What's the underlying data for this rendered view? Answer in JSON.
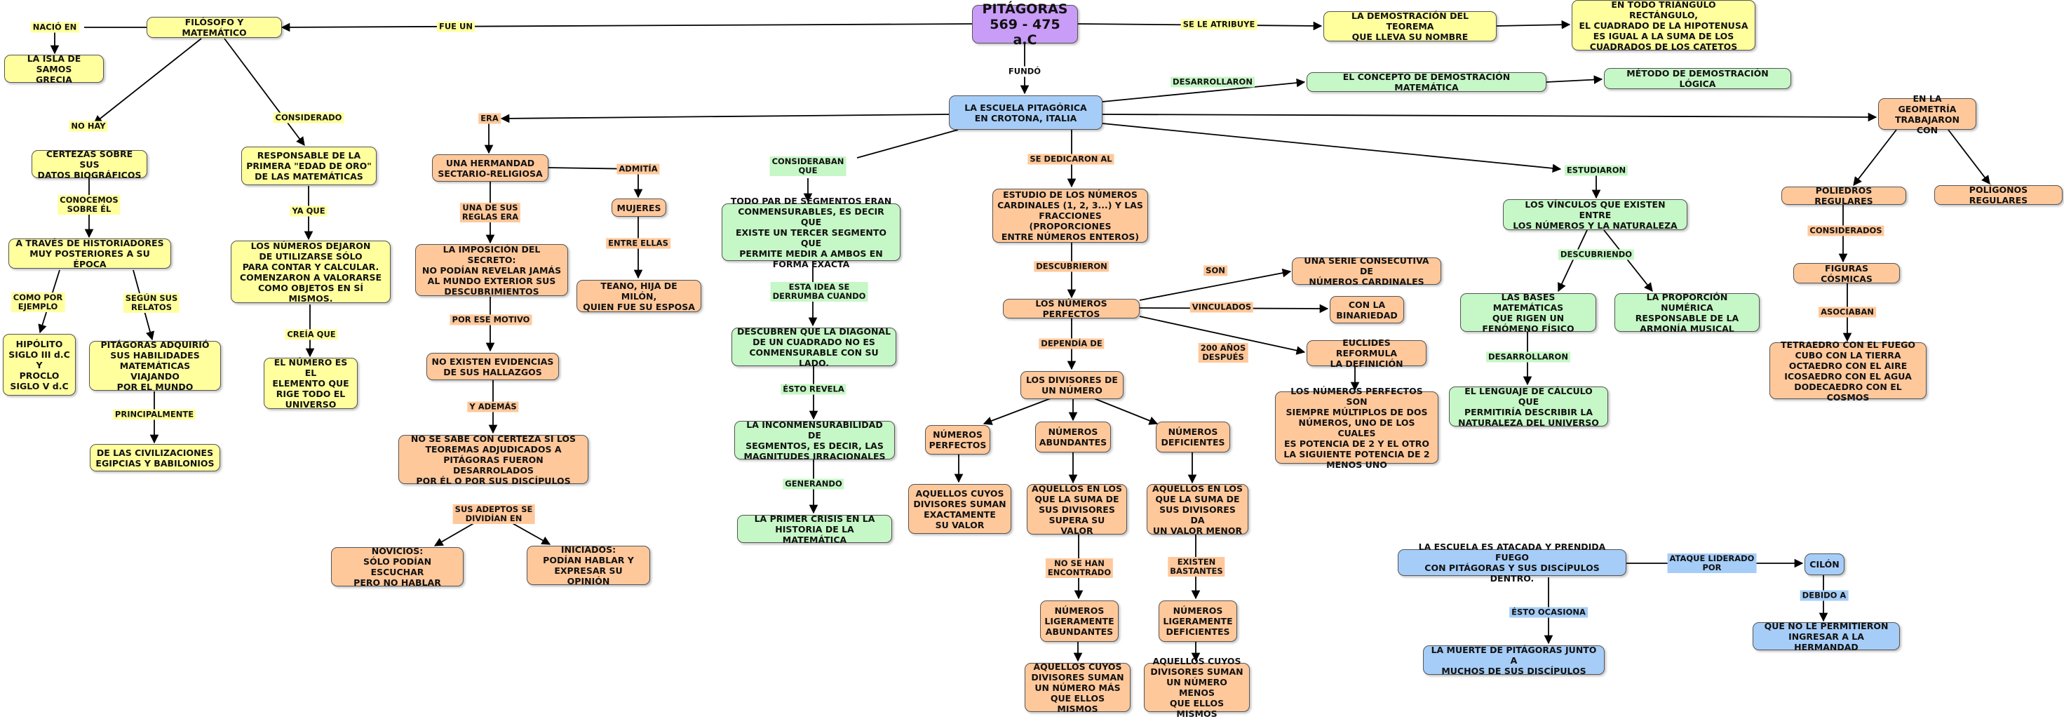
{
  "nodes": {
    "pitagoras": "PITÁGORAS\n569 - 475 a.C",
    "filosofo": "FILÓSOFO Y MATEMÁTICO",
    "isla_samos": "LA ISLA DE SAMOS\nGRECIA",
    "certezas": "CERTEZAS SOBRE SUS\nDATOS BIOGRÁFICOS",
    "historiadores": "A TRAVÉS DE HISTORIADORES\nMUY POSTERIORES A SU ÉPOCA",
    "hipolito": "HIPÓLITO\nSIGLO III d.C\nY\nPROCLO\nSIGLO V d.C",
    "adquirio": "PITÁGORAS ADQUIRIÓ\nSUS HABILIDADES\nMATEMÁTICAS VIAJANDO\nPOR EL MUNDO",
    "civilizaciones": "DE LAS CIVILIZACIONES\nEGIPCIAS Y BABILONIOS",
    "edad_oro": "RESPONSABLE DE LA\nPRIMERA \"EDAD DE ORO\"\nDE LAS MATEMÁTICAS",
    "numeros_dejaron": "LOS NÚMEROS DEJARON\nDE UTILIZARSE SÓLO\nPARA CONTAR Y CALCULAR.\nCOMENZARON A VALORARSE\nCOMO OBJETOS EN SÍ MISMOS.",
    "numero_elemento": "EL NÚMERO ES EL\nELEMENTO QUE\nRIGE TODO EL\nUNIVERSO",
    "demostracion_teorema": "LA DEMOSTRACIÓN DEL TEOREMA\nQUE LLEVA SU NOMBRE",
    "triangulo": "EN TODO TRIÁNGULO RECTÁNGULO,\nEL CUADRADO DE LA HIPOTENUSA\nES IGUAL A LA SUMA DE LOS\nCUADRADOS DE LOS CATETOS",
    "escuela": "LA ESCUELA PITAGÓRICA\nEN CROTONA, ITALIA",
    "concepto_demostracion": "EL CONCEPTO DE DEMOSTRACIÓN MATEMÁTICA",
    "metodo_logica": "MÉTODO DE DEMOSTRACIÓN LÓGICA",
    "hermandad": "UNA HERMANDAD\nSECTARIO-RELIGIOSA",
    "mujeres": "MUJERES",
    "teano": "TEANO, HIJA DE MILÓN,\nQUIEN FUE SU ESPOSA",
    "imposicion": "LA IMPOSICIÓN DEL SECRETO:\nNO PODÍAN REVELAR JAMÁS\nAL MUNDO EXTERIOR SUS\nDESCUBRIMIENTOS",
    "no_evidencias": "NO EXISTEN EVIDENCIAS\nDE SUS HALLAZGOS",
    "no_certeza": "NO SE SABE CON CERTEZA SI LOS\nTEOREMAS ADJUDICADOS A\nPITÁGORAS FUERON DESARROLADOS\nPOR ÉL O POR SUS DISCÍPULOS",
    "novicios": "NOVICIOS:\nSÓLO PODÍAN ESCUCHAR\nPERO NO HABLAR",
    "iniciados": "INICIADOS:\nPODÍAN HABLAR Y\nEXPRESAR SU OPINIÓN",
    "segmentos": "TODO PAR DE SEGMENTOS ERAN\nCONMENSURABLES, ES DECIR QUE\nEXISTE UN TERCER SEGMENTO QUE\nPERMITE MEDIR A AMBOS EN\nFORMA EXACTA",
    "diagonal": "DESCUBREN QUE LA DIAGONAL\nDE UN CUADRADO NO ES\nCONMENSURABLE CON SU LADO.",
    "inconmensurabilidad": "LA INCONMENSURABILIDAD DE\nSEGMENTOS, ES DECIR, LAS\nMAGNITUDES IRRACIONALES",
    "primera_crisis": "LA PRIMER CRISIS EN LA\nHISTORIA DE LA MATEMÁTICA",
    "estudio_numeros": "ESTUDIO DE LOS NÚMEROS\nCARDINALES (1, 2, 3...) Y LAS\nFRACCIONES (PROPORCIONES\nENTRE NÚMEROS ENTEROS)",
    "perfectos": "LOS NÚMEROS PERFECTOS",
    "serie": "UNA SERIE CONSECUTIVA DE\nNÚMEROS CARDINALES",
    "binariedad": "CON LA\nBINARIEDAD",
    "euclides": "EUCLIDES REFORMULA\nLA DEFINICIÓN",
    "multiplos": "LOS NÚMEROS PERFECTOS SON\nSIEMPRE MÚLTIPLOS DE DOS\nNÚMEROS, UNO DE LOS CUALES\nES POTENCIA DE 2 Y EL OTRO\nLA SIGUIENTE POTENCIA DE 2\nMENOS UNO",
    "divisores": "LOS DIVISORES DE\nUN NÚMERO",
    "num_perfectos": "NÚMEROS\nPERFECTOS",
    "num_abundantes": "NÚMEROS\nABUNDANTES",
    "num_deficientes": "NÚMEROS\nDEFICIENTES",
    "suman_exacto": "AQUELLOS CUYOS\nDIVISORES SUMAN\nEXACTAMENTE\nSU VALOR",
    "supera": "AQUELLOS EN LOS\nQUE LA SUMA DE\nSUS DIVISORES\nSUPERA SU VALOR",
    "menor": "AQUELLOS EN LOS\nQUE LA SUMA DE\nSUS DIVISORES DA\nUN VALOR MENOR",
    "lig_abundantes": "NÚMEROS\nLIGERAMENTE\nABUNDANTES",
    "lig_deficientes": "NÚMEROS\nLIGERAMENTE\nDEFICIENTES",
    "mas_uno": "AQUELLOS CUYOS\nDIVISORES SUMAN\nUN NÚMERO MÁS\nQUE ELLOS MISMOS",
    "menos_uno": "AQUELLOS CUYOS\nDIVISORES SUMAN\nUN NÚMERO MENOS\nQUE ELLOS MISMOS",
    "vinculos": "LOS VÍNCULOS QUE EXISTEN ENTRE\nLOS NÚMEROS Y LA NATURALEZA",
    "bases": "LAS BASES MATEMÁTICAS\nQUE RIGEN UN\nFENÓMENO FÍSICO",
    "proporcion": "LA PROPORCIÓN NUMÉRICA\nRESPONSABLE DE LA\nARMONÍA MUSICAL",
    "lenguaje": "EL LENGUAJE DE CÁLCULO QUE\nPERMITIRÍA DESCRIBIR LA\nNATURALEZA DEL UNIVERSO",
    "geometria": "EN LA GEOMETRÍA\nTRABAJARON CON",
    "poliedros": "POLIEDROS REGULARES",
    "poligonos": "POLÍGONOS REGULARES",
    "figuras": "FIGURAS CÓSMICAS",
    "tetraedro": "TETRAEDRO CON EL FUEGO\nCUBO CON LA TIERRA\nOCTAEDRO CON EL AIRE\nICOSAEDRO CON EL AGUA\nDODECAEDRO CON EL COSMOS",
    "atacada": "LA ESCUELA ES ATACADA Y PRENDIDA FUEGO\nCON PITÁGORAS Y SUS DISCÍPULOS DENTRO.",
    "cilon": "CILÓN",
    "muerte": "LA MUERTE DE PITÁGORAS JUNTO A\nMUCHOS DE SUS DISCÍPULOS",
    "no_permitieron": "QUE NO LE PERMITIERON\nINGRESAR A LA HERMANDAD"
  },
  "labels": {
    "fue_un": "FUE UN",
    "se_le_atribuye": "SE LE ATRIBUYE",
    "fundo": "FUNDÓ",
    "nacio_en": "NACIÓ EN",
    "no_hay": "NO HAY",
    "conocemos": "CONOCEMOS\nSOBRE ÉL",
    "como_por_ejemplo": "COMO POR\nEJEMPLO",
    "segun_sus_relatos": "SEGÚN SUS\nRELATOS",
    "principalmente": "PRINCIPALMENTE",
    "considerado": "CONSIDERADO",
    "ya_que": "YA QUE",
    "creia_que": "CREÍA QUE",
    "desarrollaron": "DESARROLLARON",
    "era": "ERA",
    "admitia": "ADMITÍA",
    "entre_ellas": "ENTRE ELLAS",
    "una_de_sus_reglas": "UNA DE SUS\nREGLAS ERA",
    "por_ese_motivo": "POR ESE MOTIVO",
    "y_ademas": "Y ADEMÁS",
    "sus_adeptos": "SUS ADEPTOS SE\nDIVIDÍAN EN",
    "consideraban_que": "CONSIDERABAN\nQUE",
    "esta_idea": "ESTA IDEA SE\nDERRUMBA CUANDO",
    "esto_revela": "ÉSTO REVELA",
    "generando": "GENERANDO",
    "se_dedicaron_al": "SE DEDICARON AL",
    "descubrieron": "DESCUBRIERON",
    "son": "SON",
    "vinculados": "VINCULADOS",
    "anos_despues": "200 AÑOS\nDESPUÉS",
    "dependia_de": "DEPENDÍA DE",
    "no_se_han": "NO SE HAN\nENCONTRADO",
    "existen_bastantes": "EXISTEN\nBASTANTES",
    "estudiaron": "ESTUDIARON",
    "descubriendo": "DESCUBRIENDO",
    "desarrollaron2": "DESARROLLARON",
    "considerados": "CONSIDERADOS",
    "asociaban": "ASOCIABAN",
    "ataque_liderado": "ATAQUE LIDERADO\nPOR",
    "esto_ocasiona": "ÉSTO OCASIONA",
    "debido_a": "DEBIDO A"
  },
  "colors": {
    "yellow": "#ffff9e",
    "orange": "#ffc89b",
    "green": "#c6f7c6",
    "blue": "#a6cdf7",
    "purple": "#c99cf7",
    "edge": "#000000"
  }
}
